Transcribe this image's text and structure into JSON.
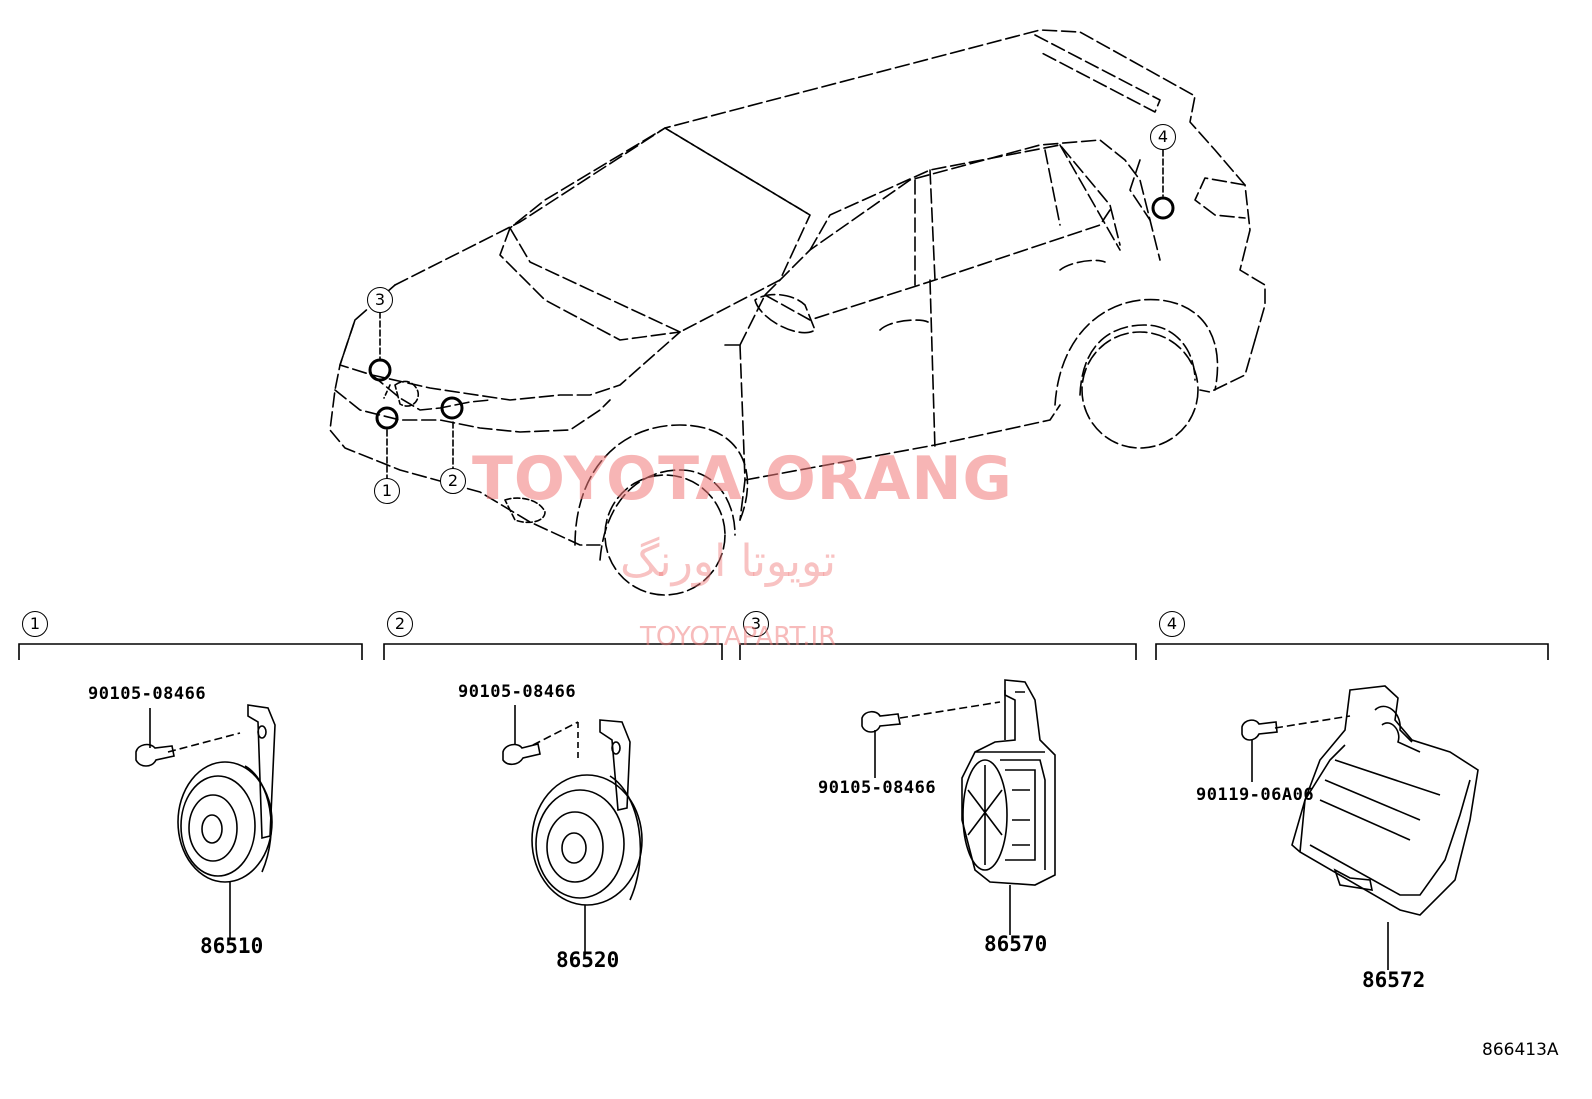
{
  "watermark": {
    "brand": "TOYOTA ORANG",
    "persian": "تویوتا اورنگ",
    "site": "TOYOTAPART.IR"
  },
  "diagram_code": "866413A",
  "vehicle_callouts": [
    "1",
    "2",
    "3",
    "4"
  ],
  "sections": [
    {
      "index": "1",
      "bolt_part": "90105-08466",
      "main_part": "86510"
    },
    {
      "index": "2",
      "bolt_part": "90105-08466",
      "main_part": "86520"
    },
    {
      "index": "3",
      "bolt_part": "90105-08466",
      "main_part": "86570"
    },
    {
      "index": "4",
      "bolt_part": "90119-06A06",
      "main_part": "86572"
    }
  ]
}
